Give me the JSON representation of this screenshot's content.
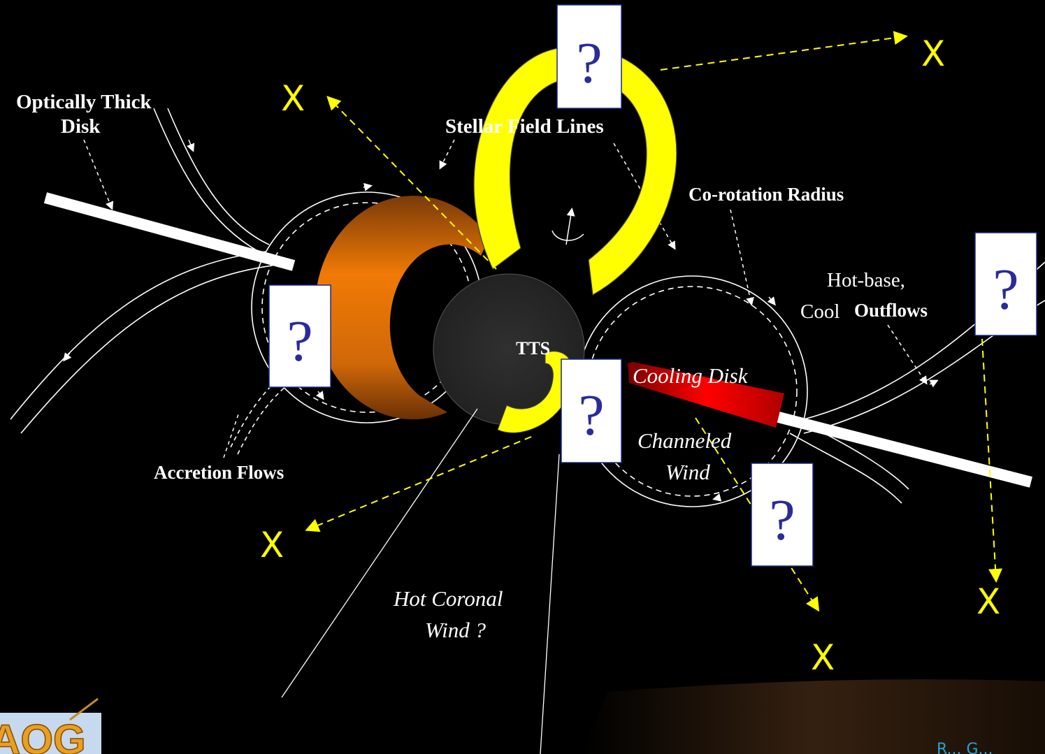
{
  "diagram": {
    "labels": {
      "optically_thick_disk_line1": "Optically Thick",
      "optically_thick_disk_line2": "Disk",
      "stellar_field_lines": "Stellar Field Lines",
      "corotation_radius": "Co-rotation Radius",
      "hot_base_line1": "Hot-base,",
      "hot_base_line2_a": "Cool",
      "hot_base_line2_b": "Outflows",
      "tts": "TTS",
      "cooling_disk": "Cooling Disk",
      "channeled_wind_line1": "Channeled",
      "channeled_wind_line2": "Wind",
      "accretion_flows": "Accretion Flows",
      "hot_coronal_wind_line1": "Hot Coronal",
      "hot_coronal_wind_line2": "Wind ?"
    },
    "question_mark": "?",
    "x_marker": "X"
  },
  "footer": {
    "logo_text": "AOG",
    "credit_text": "R... G..."
  },
  "colors": {
    "background": "#000000",
    "highlight_yellow": "#ffff00",
    "accretion_orange": "#e8770a",
    "cooling_disk_red": "#d80000",
    "star_gray": "#2a2a2a",
    "question_box_text": "#2b2b9a",
    "footer_credit": "#2aa0d0"
  }
}
